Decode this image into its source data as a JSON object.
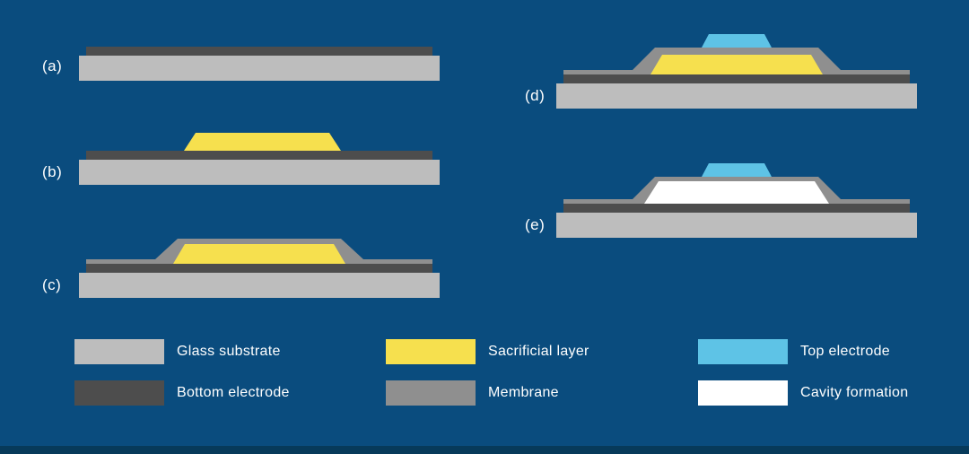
{
  "background_color": "#0a4c7e",
  "footer_bar_color": "#073a5a",
  "colors": {
    "glass_substrate": "#bdbdbd",
    "bottom_electrode": "#4d4d4d",
    "sacrificial_layer": "#f6e04e",
    "membrane": "#8f8f8f",
    "top_electrode": "#5ec3e6",
    "cavity": "#ffffff"
  },
  "panels": [
    {
      "label": "(a)",
      "layers": [
        "bottom_electrode",
        "glass_substrate"
      ]
    },
    {
      "label": "(b)",
      "layers": [
        "sacrificial_layer",
        "bottom_electrode",
        "glass_substrate"
      ]
    },
    {
      "label": "(c)",
      "layers": [
        "membrane",
        "sacrificial_layer",
        "bottom_electrode",
        "glass_substrate"
      ]
    },
    {
      "label": "(d)",
      "layers": [
        "top_electrode",
        "membrane",
        "sacrificial_layer",
        "bottom_electrode",
        "glass_substrate"
      ]
    },
    {
      "label": "(e)",
      "layers": [
        "top_electrode",
        "membrane",
        "cavity",
        "bottom_electrode",
        "glass_substrate"
      ]
    }
  ],
  "legend": [
    {
      "label": "Glass substrate",
      "color_key": "glass_substrate"
    },
    {
      "label": "Bottom electrode",
      "color_key": "bottom_electrode"
    },
    {
      "label": "Sacrificial layer",
      "color_key": "sacrificial_layer"
    },
    {
      "label": "Membrane",
      "color_key": "membrane"
    },
    {
      "label": "Top electrode",
      "color_key": "top_electrode"
    },
    {
      "label": "Cavity formation",
      "color_key": "cavity"
    }
  ]
}
